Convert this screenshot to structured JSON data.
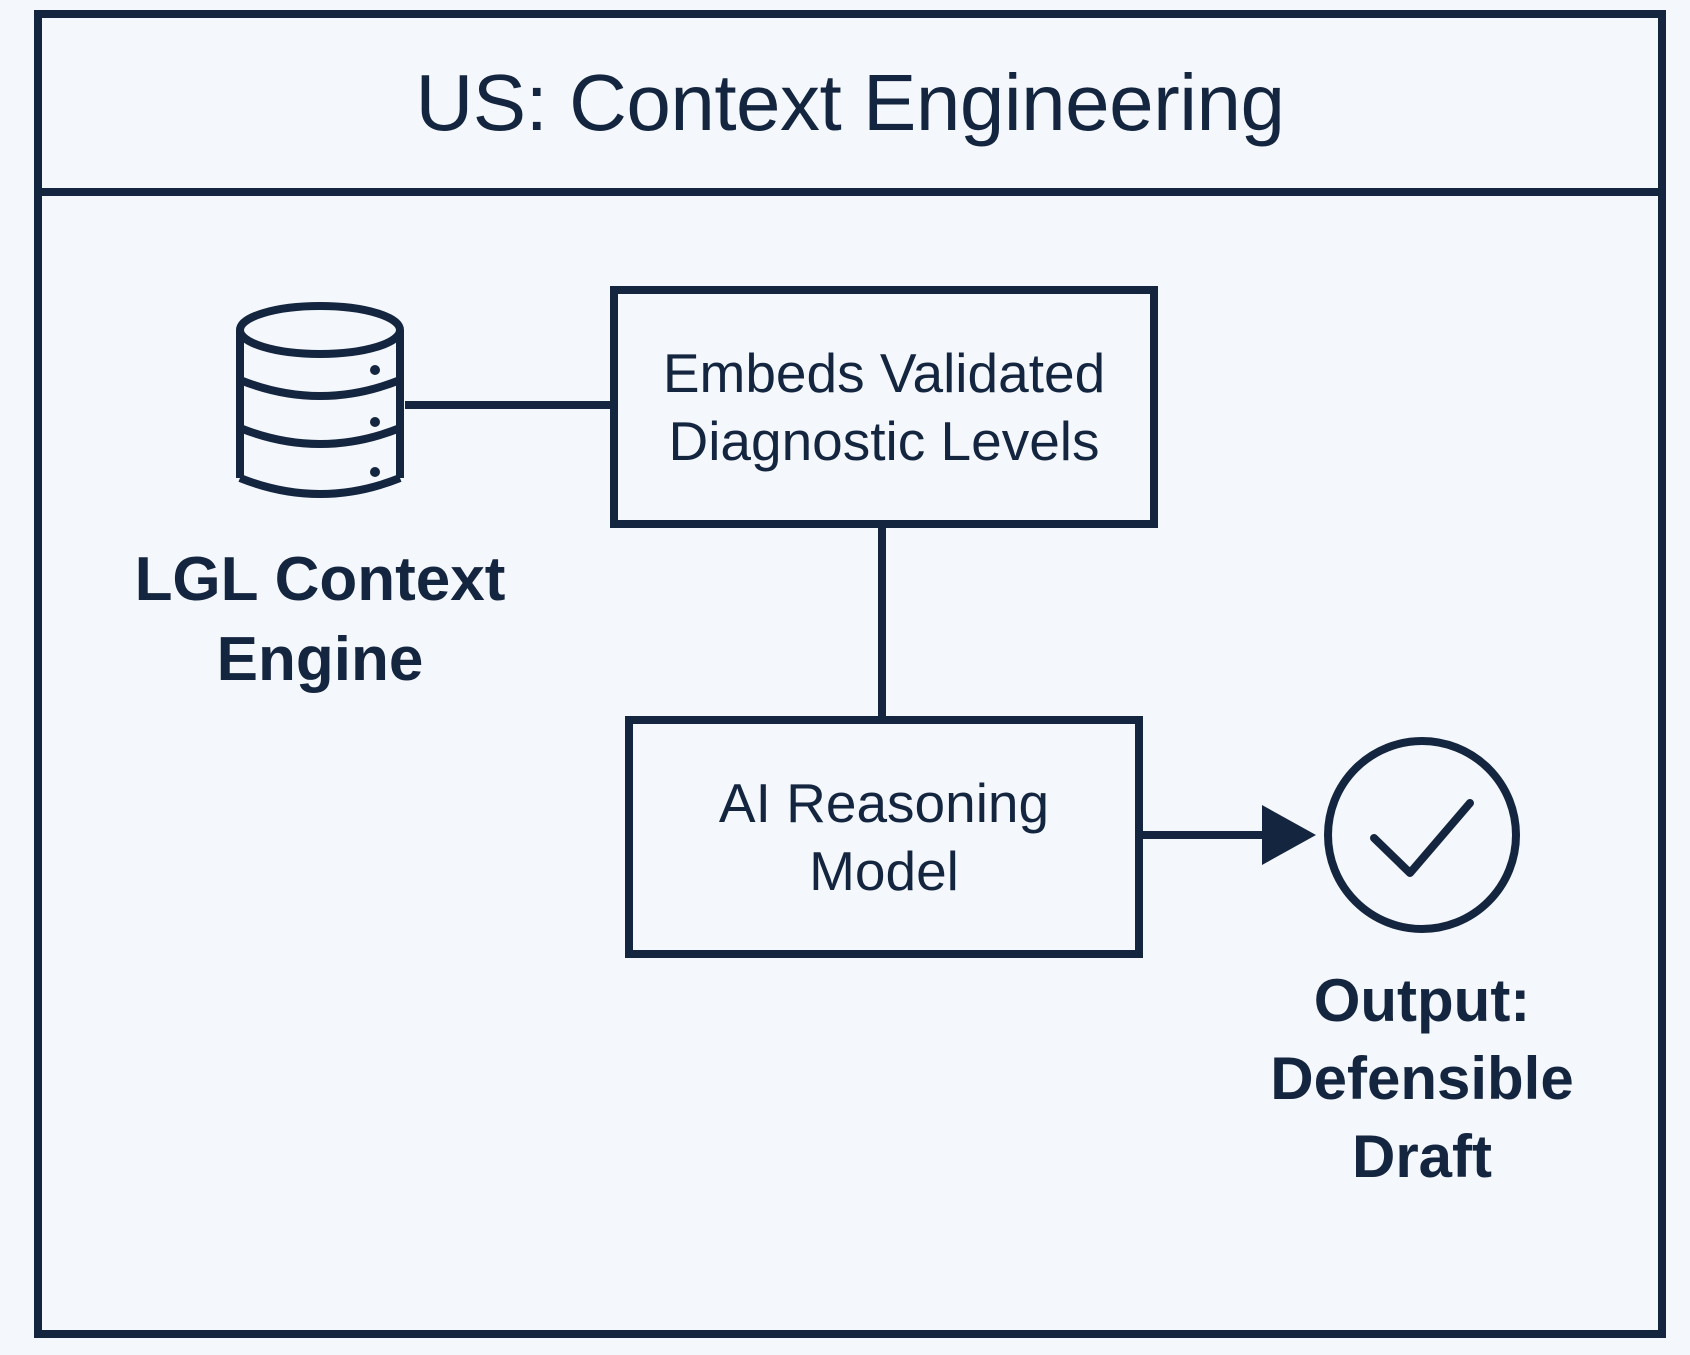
{
  "title": "US: Context Engineering",
  "context_engine": {
    "label_lines": [
      "LGL Context",
      "Engine"
    ],
    "icon": "database-icon"
  },
  "embeds_box": {
    "lines": [
      "Embeds Validated",
      "Diagnostic Levels"
    ]
  },
  "reasoning_box": {
    "lines": [
      "AI Reasoning",
      "Model"
    ]
  },
  "output": {
    "label_lines": [
      "Output:",
      "Defensible",
      "Draft"
    ],
    "icon": "check-circle-icon"
  },
  "colors": {
    "ink": "#142540",
    "background": "#f4f7fb"
  }
}
